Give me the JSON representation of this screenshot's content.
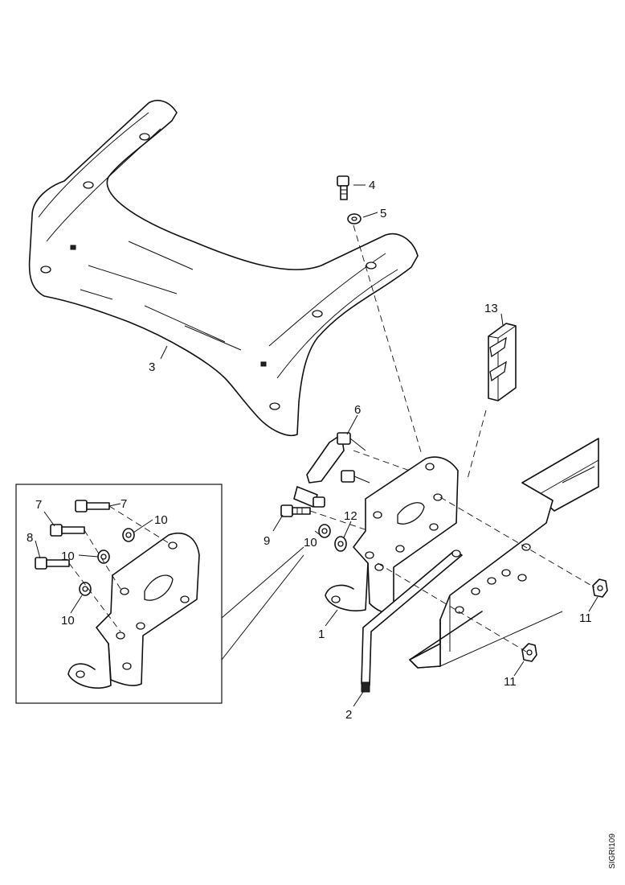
{
  "callouts": {
    "c1": "1",
    "c2": "2",
    "c3": "3",
    "c4": "4",
    "c5": "5",
    "c6": "6",
    "c9": "9",
    "c10_main": "10",
    "c11_upper": "11",
    "c11_lower": "11",
    "c12": "12",
    "c13": "13"
  },
  "inset_callouts": {
    "c7_left": "7",
    "c7_top": "7",
    "c8": "8",
    "c10_top": "10",
    "c10_mid": "10",
    "c10_bottom": "10"
  },
  "figure_id": "SIGRI109"
}
